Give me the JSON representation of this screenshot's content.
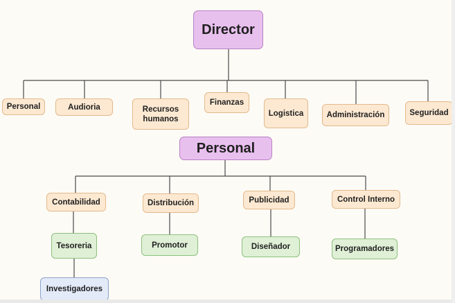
{
  "diagram": {
    "root": "Director",
    "departments": [
      "Personal",
      "Audioria",
      "Recursos\nhumanos",
      "Finanzas",
      "Logistica",
      "Administración",
      "Seguridad"
    ],
    "sub_root": "Personal",
    "areas": [
      "Contabilidad",
      "Distribución",
      "Publicidad",
      "Control Interno"
    ],
    "subareas": [
      "Tesoreria",
      "Promotor",
      "Diseñador",
      "Programadores"
    ],
    "leaf": "Investigadores"
  },
  "colors": {
    "peach_fill": "#fde9d2",
    "peach_border": "#e2b98b",
    "purple_fill": "#e8c0ee",
    "purple_border": "#b880c4",
    "green_fill": "#dff0d6",
    "green_border": "#8cc07c",
    "blue_fill": "#e3eaf8",
    "blue_border": "#8ea3c8",
    "line": "#4a4a4a"
  }
}
